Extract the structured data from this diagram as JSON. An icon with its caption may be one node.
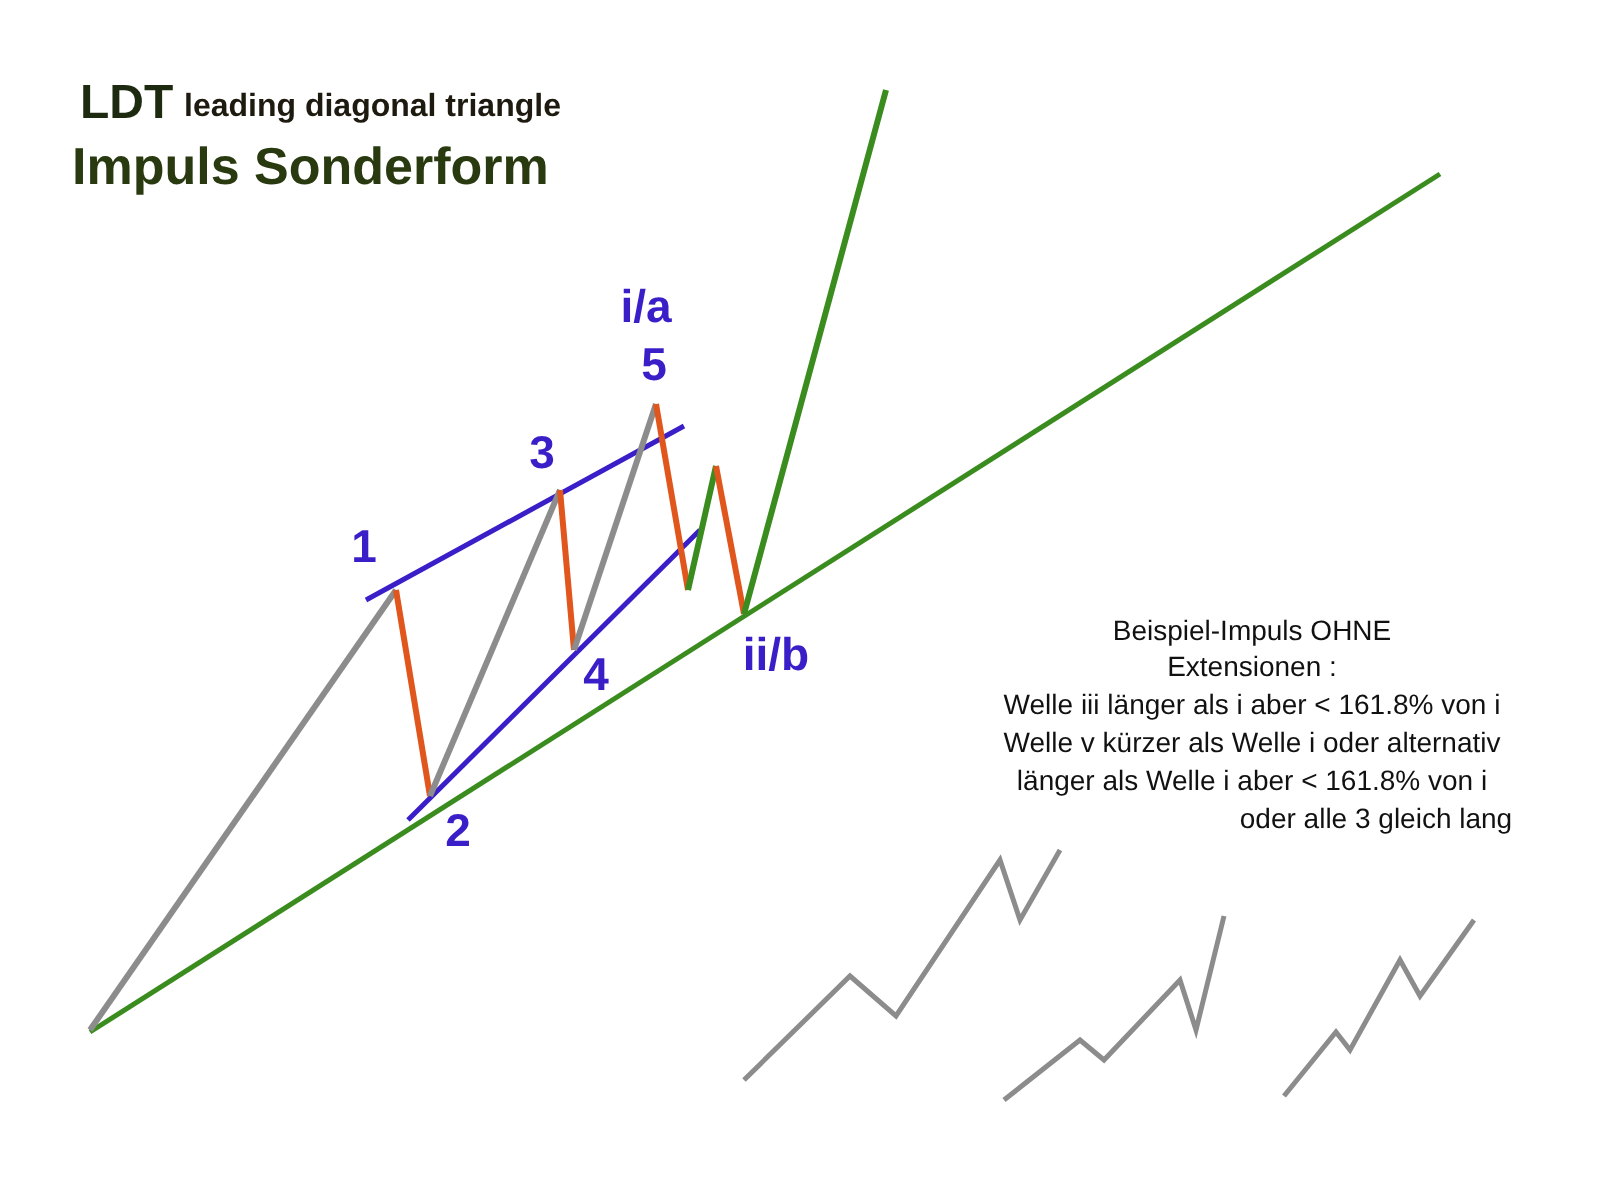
{
  "diagram": {
    "labels": [
      "LDT",
      "leading diagonal triangle",
      "Impuls Sonderform",
      "i/a",
      "5",
      "3",
      "1",
      "4",
      "ii/b",
      "2",
      "Beispiel-Impuls OHNE",
      "Extensionen :",
      "Welle iii länger als i aber < 161.8% von i",
      "Welle v kürzer als Welle i oder alternativ",
      "länger als Welle i aber < 161.8% von i",
      "oder alle 3 gleich lang"
    ]
  }
}
